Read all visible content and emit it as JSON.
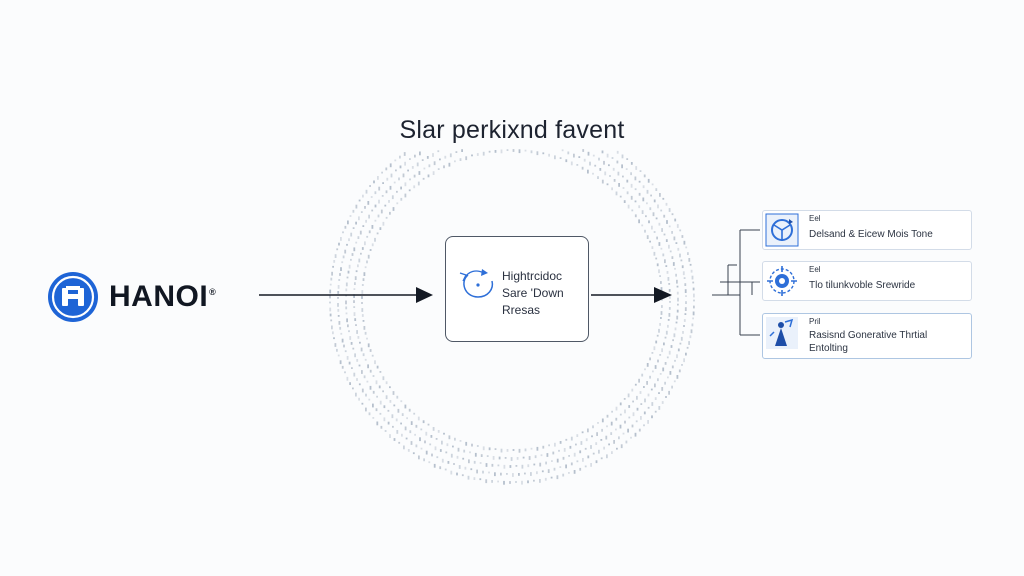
{
  "diagram": {
    "title": "Slar perkixnd favent",
    "colors": {
      "brand": "#1e64d6",
      "arrow": "#141a24",
      "ring_dots": "#9aa7b8",
      "card_border": "#d3dce8",
      "icon_blue": "#2e6fd8"
    },
    "source": {
      "name": "HANOI",
      "mark": "®",
      "logo_icon": "hanoi-logo-icon"
    },
    "process": {
      "lines": [
        "Hightrcidoc",
        "Sare 'Down",
        "Rresas"
      ],
      "icon": "rotating-arrows-icon"
    },
    "outputs": [
      {
        "tag": "Eel",
        "text": [
          "Delsand & Eicew Mois Tone"
        ],
        "icon": "globe-arrows-icon"
      },
      {
        "tag": "Eel",
        "text": [
          "Tlo tilunkvoble Srewride"
        ],
        "icon": "gear-hub-icon"
      },
      {
        "tag": "Pril",
        "text": [
          "Rasisnd Gonerative Thrtial",
          "Entolting"
        ],
        "icon": "figure-arrows-icon"
      }
    ]
  }
}
